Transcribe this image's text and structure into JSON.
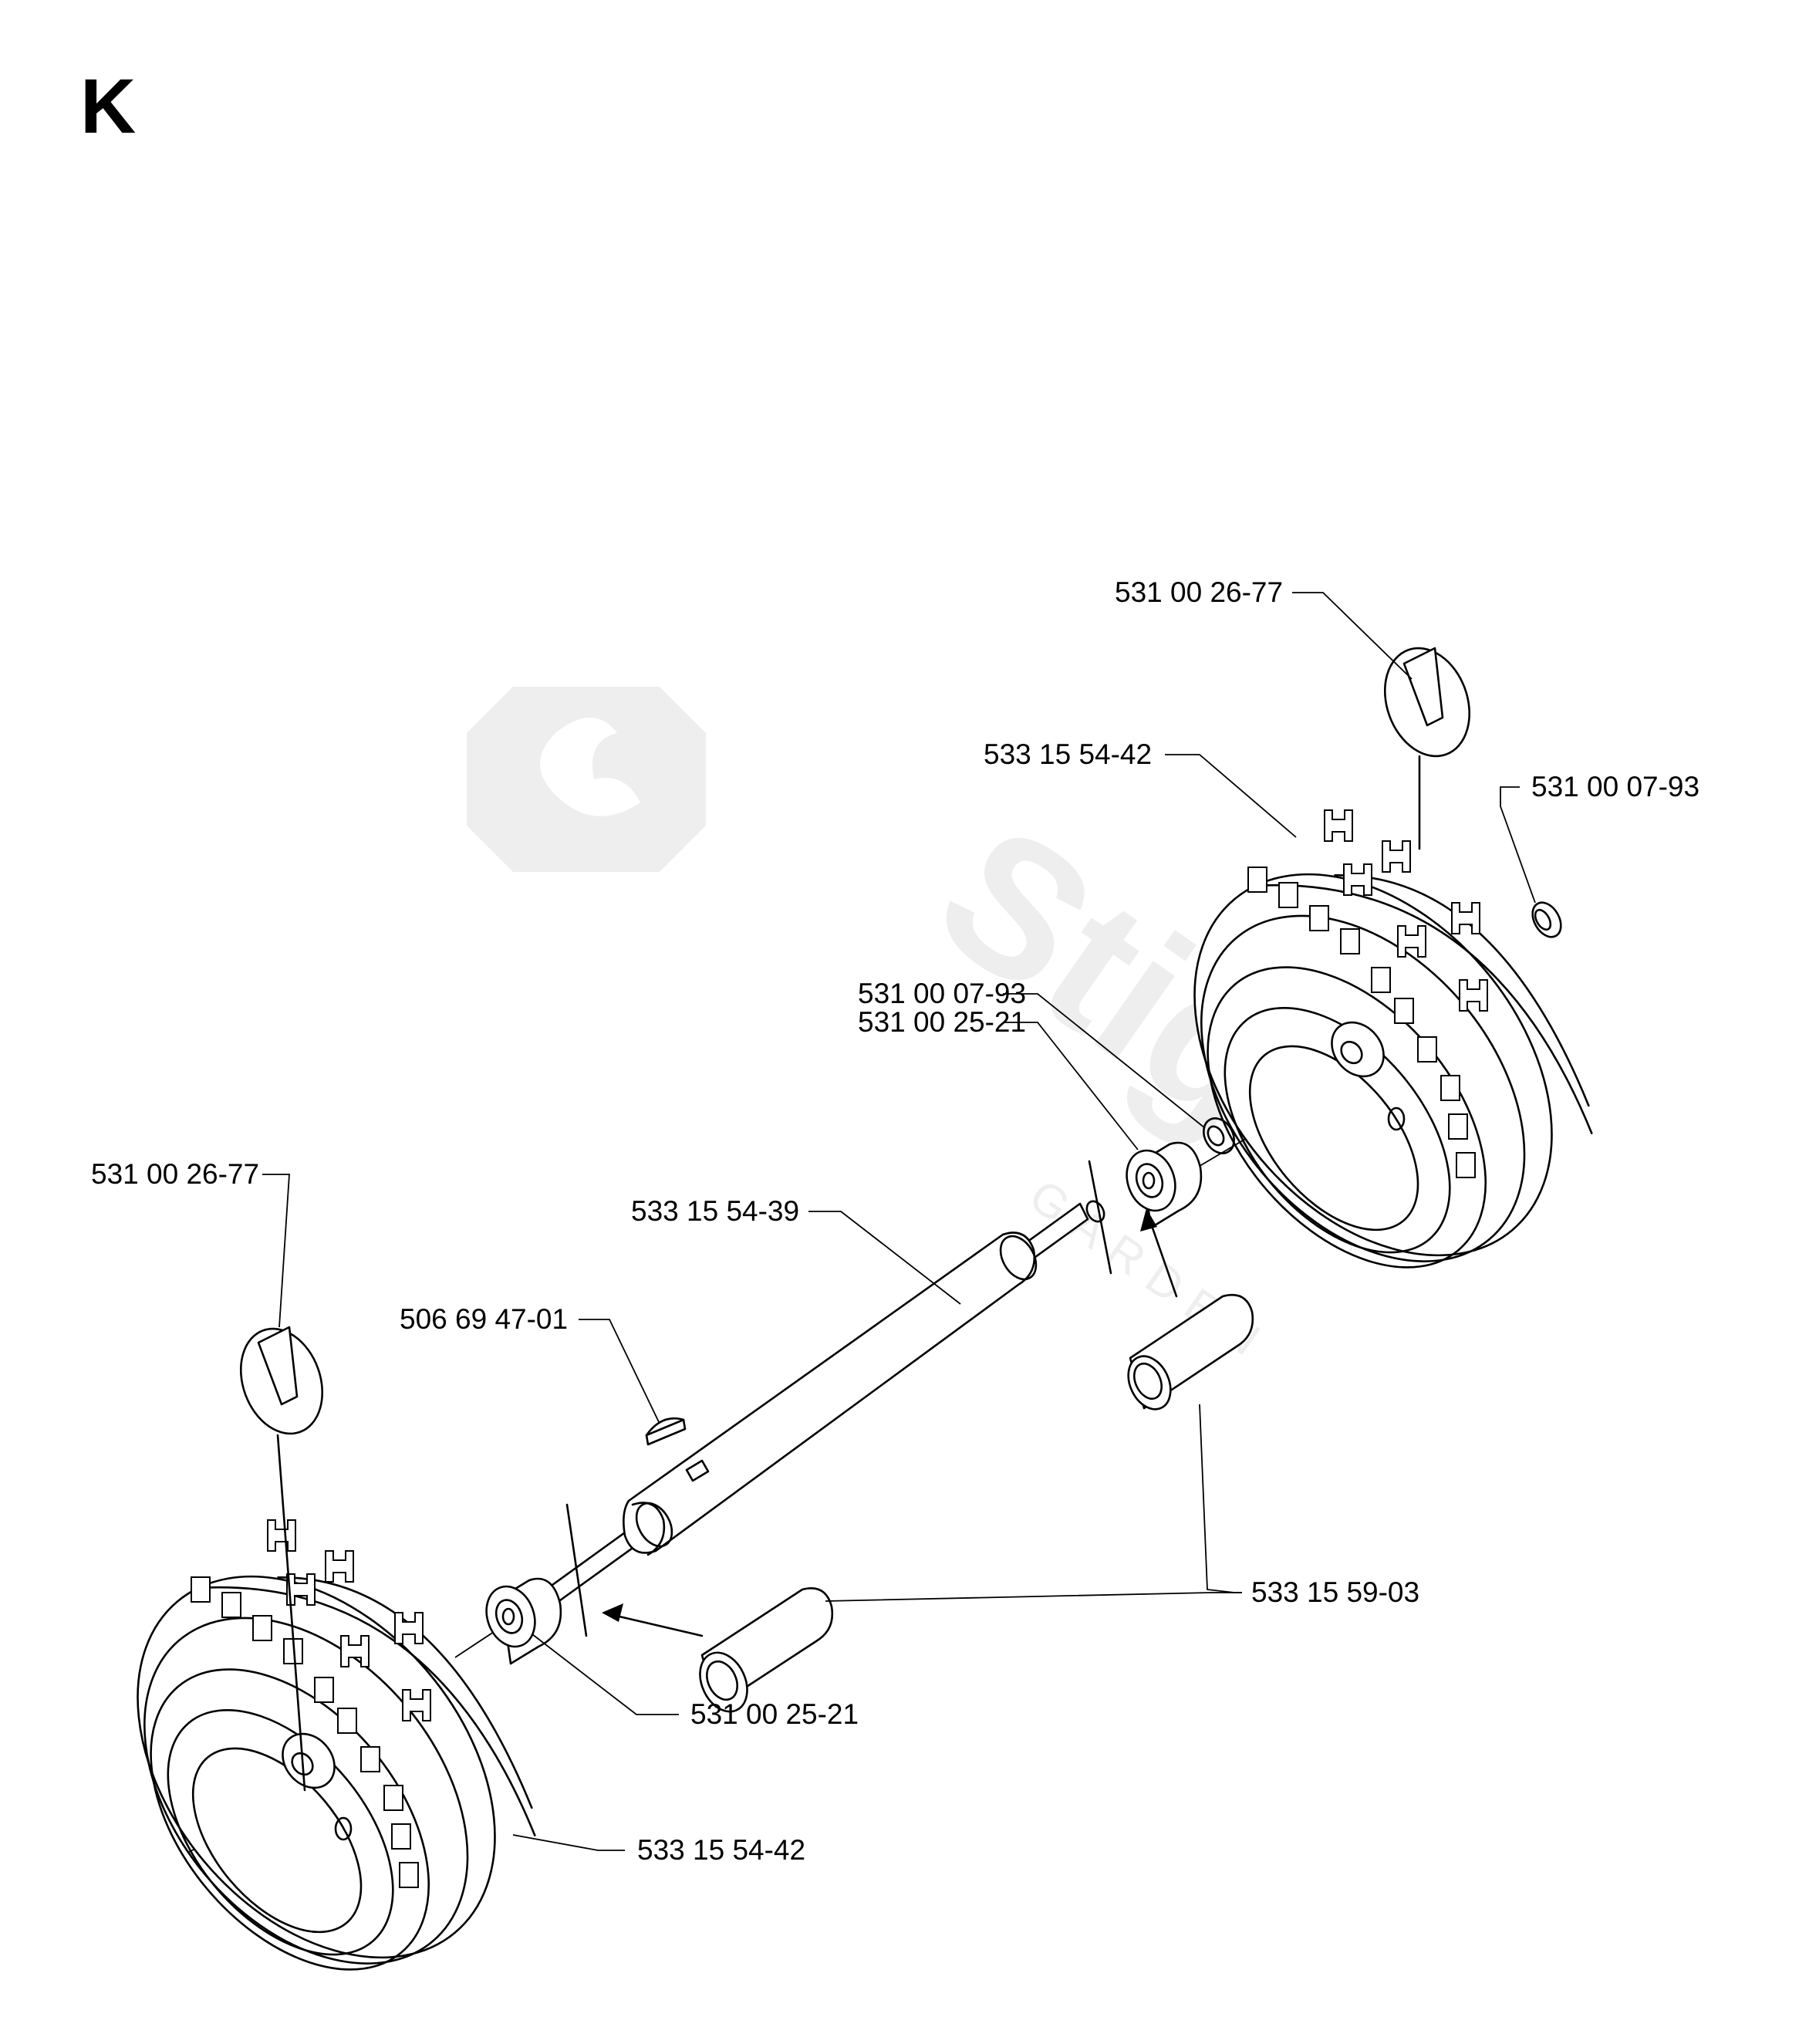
{
  "section": {
    "letter": "K"
  },
  "watermark": {
    "text": "Stiga",
    "subtext": "GARDEN"
  },
  "callouts": {
    "lynch_pin_right": "531 00 26-77",
    "wheel_right": "533 15 54-42",
    "washer_outer_right": "531 00 07-93",
    "washer_inner_right": "531 00 07-93",
    "bearing_right": "531 00 25-21",
    "axle": "533 15 54-39",
    "key": "506 69 47-01",
    "lynch_pin_left": "531 00 26-77",
    "bushing": "533 15 59-03",
    "bearing_left": "531 00 25-21",
    "wheel_left": "533 15 54-42"
  },
  "icons": {
    "watermark_logo": "stiga-logo-icon",
    "arrow_left": "arrow-icon",
    "arrow_right": "arrow-icon"
  },
  "colors": {
    "line": "#000000",
    "watermark": "#eeeeee",
    "background": "#ffffff"
  }
}
